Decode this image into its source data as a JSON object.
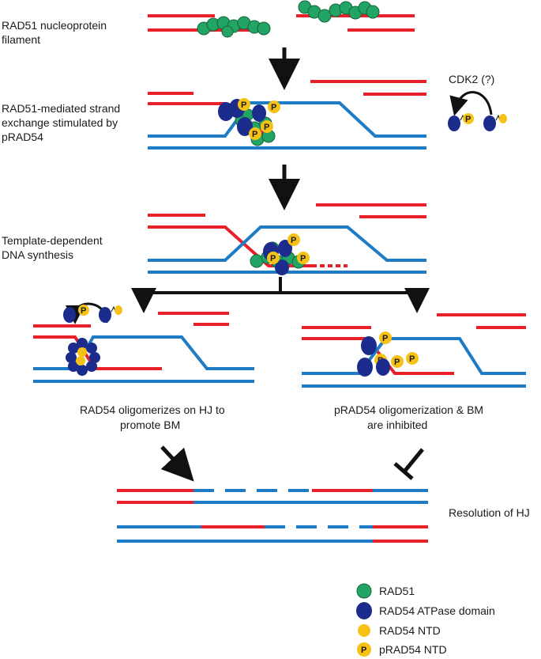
{
  "labels": {
    "step1": [
      "RAD51 nucleoprotein",
      "filament"
    ],
    "step2": [
      "RAD51-mediated strand",
      "exchange stimulated by",
      "pRAD54"
    ],
    "kinase": "CDK2 (?)",
    "step3": [
      "Template-dependent",
      "DNA synthesis"
    ],
    "left_outcome": [
      "RAD54 oligomerizes on HJ to",
      "promote BM"
    ],
    "right_outcome": [
      "pRAD54 oligomerization & BM",
      "are inhibited"
    ],
    "resolution": "Resolution of HJ"
  },
  "legend": {
    "items": [
      {
        "name": "rad51",
        "label": "RAD51"
      },
      {
        "name": "rad54-atpase",
        "label": "RAD54 ATPase domain"
      },
      {
        "name": "rad54-ntd",
        "label": "RAD54 NTD"
      },
      {
        "name": "prad54-ntd",
        "label": "pRAD54 NTD"
      }
    ]
  },
  "phospho_symbol": "P",
  "colors": {
    "red_strand": "#e8202a",
    "blue_strand": "#1f7cc4",
    "rad51": "#22a464",
    "rad54_atpase": "#1c2c8c",
    "ntd": "#f6c215",
    "arrow": "#111111"
  }
}
